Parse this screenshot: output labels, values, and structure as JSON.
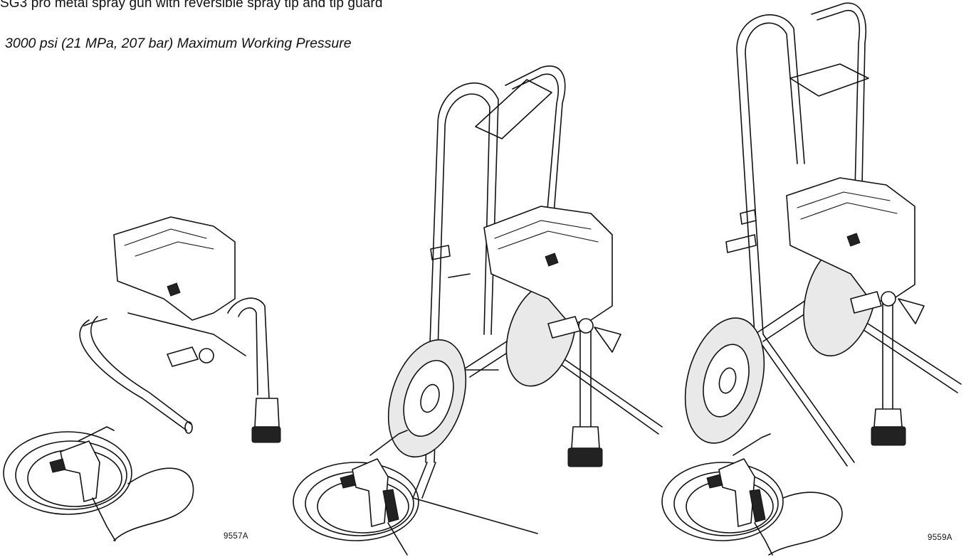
{
  "header": {
    "caption": "SG3 pro metal spray gun with reversible spray tip and tip guard",
    "pressure": "3000 psi (21 MPa, 207 bar)  Maximum Working Pressure"
  },
  "figures": [
    {
      "label": "9557A"
    },
    {
      "label": ""
    },
    {
      "label": "9559A"
    }
  ]
}
